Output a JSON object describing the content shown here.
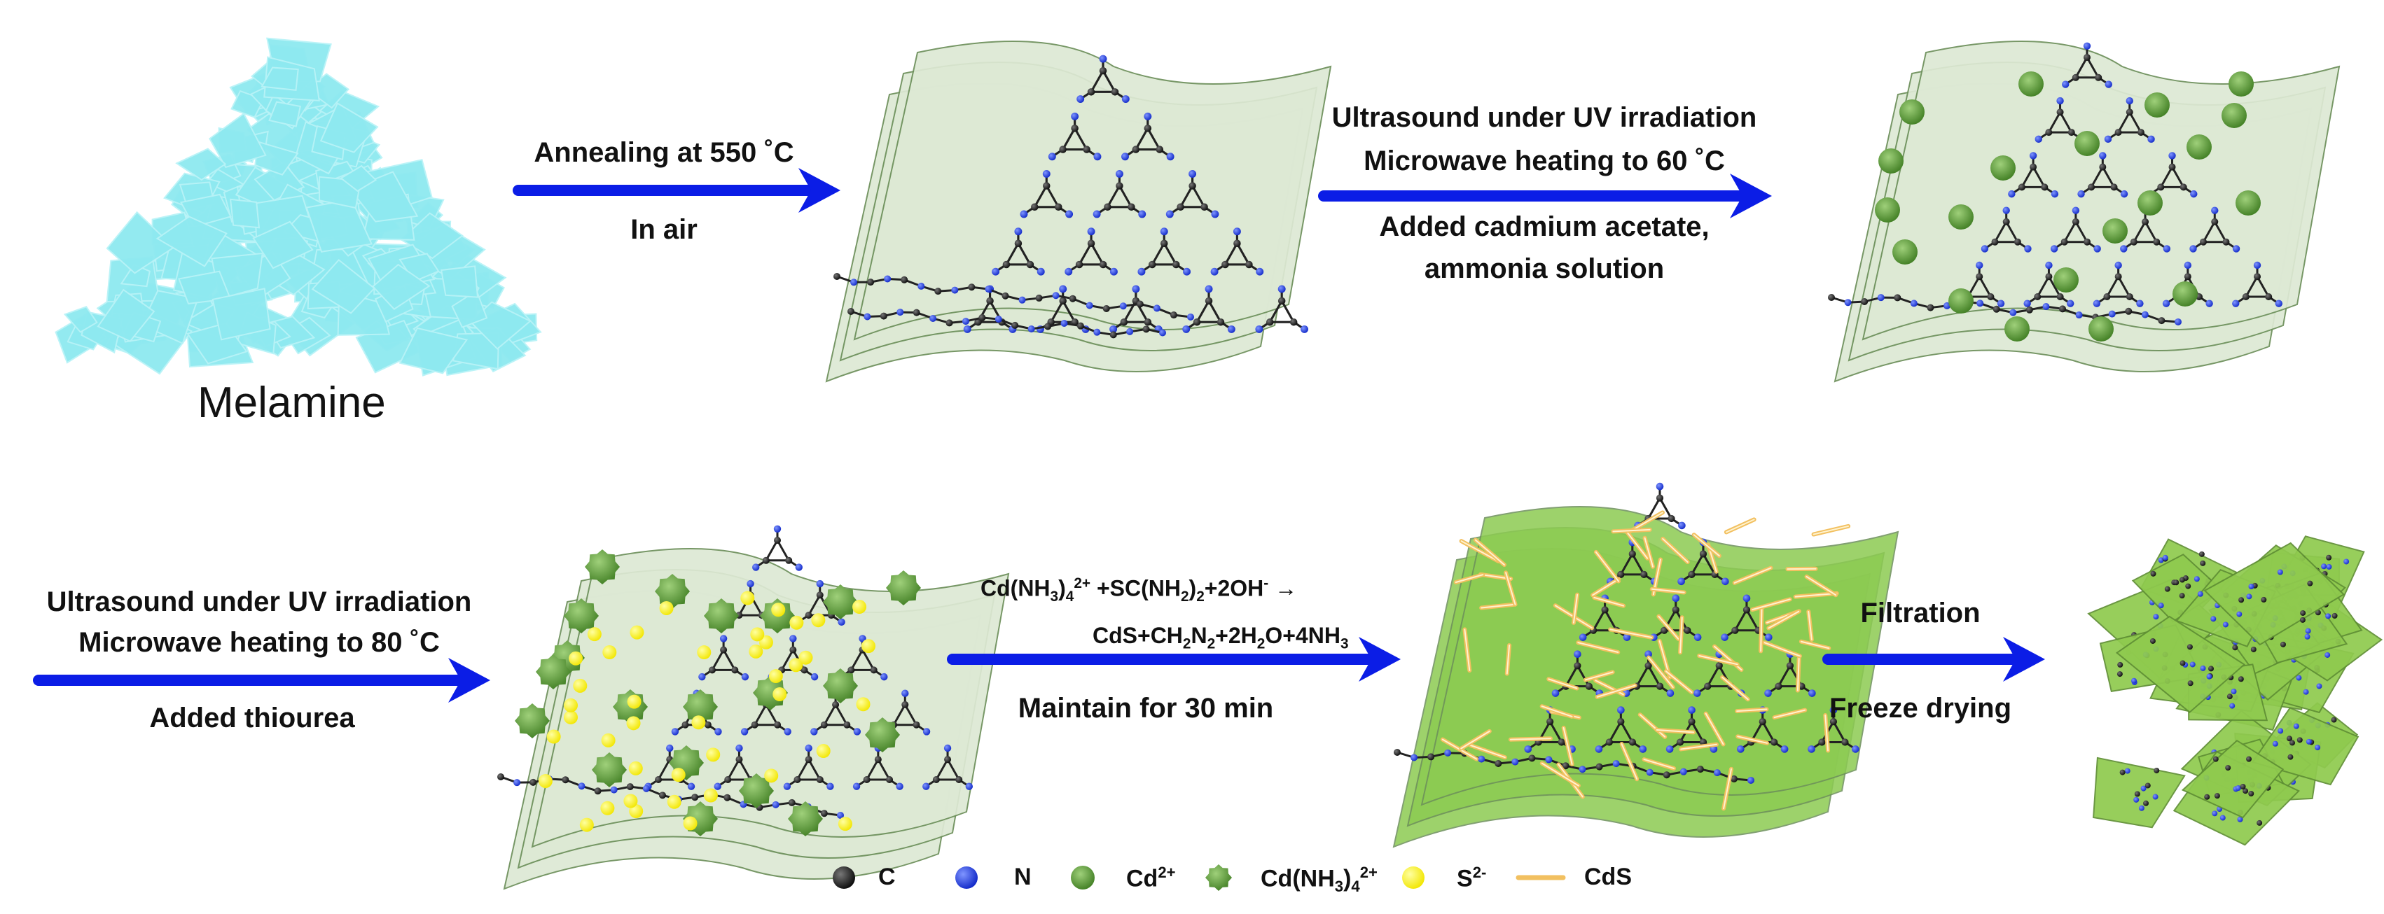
{
  "labels": {
    "melamine": "Melamine"
  },
  "steps": [
    {
      "top": "Annealing at 550 ˚C",
      "bottom": "In air"
    },
    {
      "top_lines": [
        "Ultrasound under UV irradiation",
        "Microwave heating to 60 ˚C"
      ],
      "bottom_lines": [
        "Added cadmium acetate,",
        "ammonia solution"
      ]
    },
    {
      "top_lines": [
        "Ultrasound under UV irradiation",
        "Microwave heating to 80 ˚C"
      ],
      "bottom": "Added thiourea"
    },
    {
      "eq_left": "Cd(NH3)4 2+ +SC(NH2)2+2OH- →",
      "eq_right": "CdS+CH2N2+2H2O+4NH3",
      "bottom": "Maintain for 30 min"
    },
    {
      "top": "Filtration",
      "bottom": "Freeze drying"
    }
  ],
  "legend": [
    {
      "id": "c",
      "label": "C",
      "color": "#1a1a1a"
    },
    {
      "id": "n",
      "label": "N",
      "color": "#1f3fe0"
    },
    {
      "id": "cd",
      "label": "Cd2+",
      "color": "#5a9a32"
    },
    {
      "id": "cdnh3",
      "label": "Cd(NH3)42+",
      "color": "#4f8a2a"
    },
    {
      "id": "s",
      "label": "S2-",
      "color": "#f5ee10"
    },
    {
      "id": "cds",
      "label": "CdS",
      "color": "#f2c060"
    }
  ],
  "colors": {
    "arrow": "#0b1de6",
    "melamine": "#8ee9f0",
    "sheet_light": "#dde9d4",
    "sheet_green": "#8ccb52",
    "sheet_edge": "#6c8f5a"
  }
}
